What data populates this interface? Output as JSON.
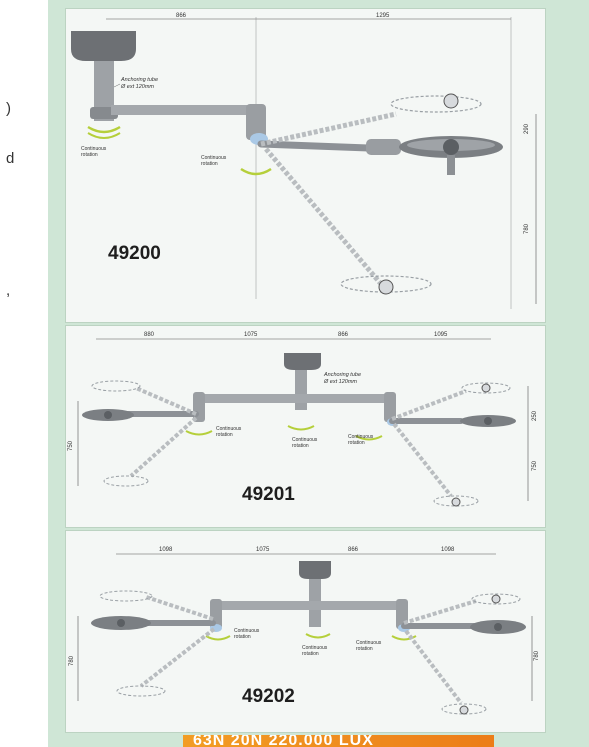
{
  "left_fragments": [
    ")",
    "d",
    ","
  ],
  "panels": [
    {
      "model": "49200",
      "dims": [
        "866",
        "1295",
        "290",
        "780"
      ],
      "anchoring_note": [
        "Anchoring tube",
        "Ø ext 120mm"
      ],
      "rotation_caption": [
        "Continuous",
        "rotation"
      ]
    },
    {
      "model": "49201",
      "dims": [
        "880",
        "1075",
        "866",
        "1095",
        "250",
        "750"
      ],
      "anchoring_note": [
        "Anchoring tube",
        "Ø ext 120mm"
      ],
      "rotation_caption": [
        "Continuous",
        "rotation"
      ]
    },
    {
      "model": "49202",
      "dims": [
        "1098",
        "1075",
        "866",
        "1098",
        "780",
        "780"
      ],
      "anchoring_note": [],
      "rotation_caption": [
        "Continuous",
        "rotation"
      ]
    }
  ],
  "footer": {
    "text": "63N  20N 220.000 LUX"
  },
  "colors": {
    "frame_bg": "#cfe6d6",
    "panel_bg": "#f4f7f5",
    "footer_orange": "#f08a1e",
    "metal": "#8d9196",
    "swivel_accent": "#aac9e6",
    "rotation_arc": "#b5cf3a"
  }
}
